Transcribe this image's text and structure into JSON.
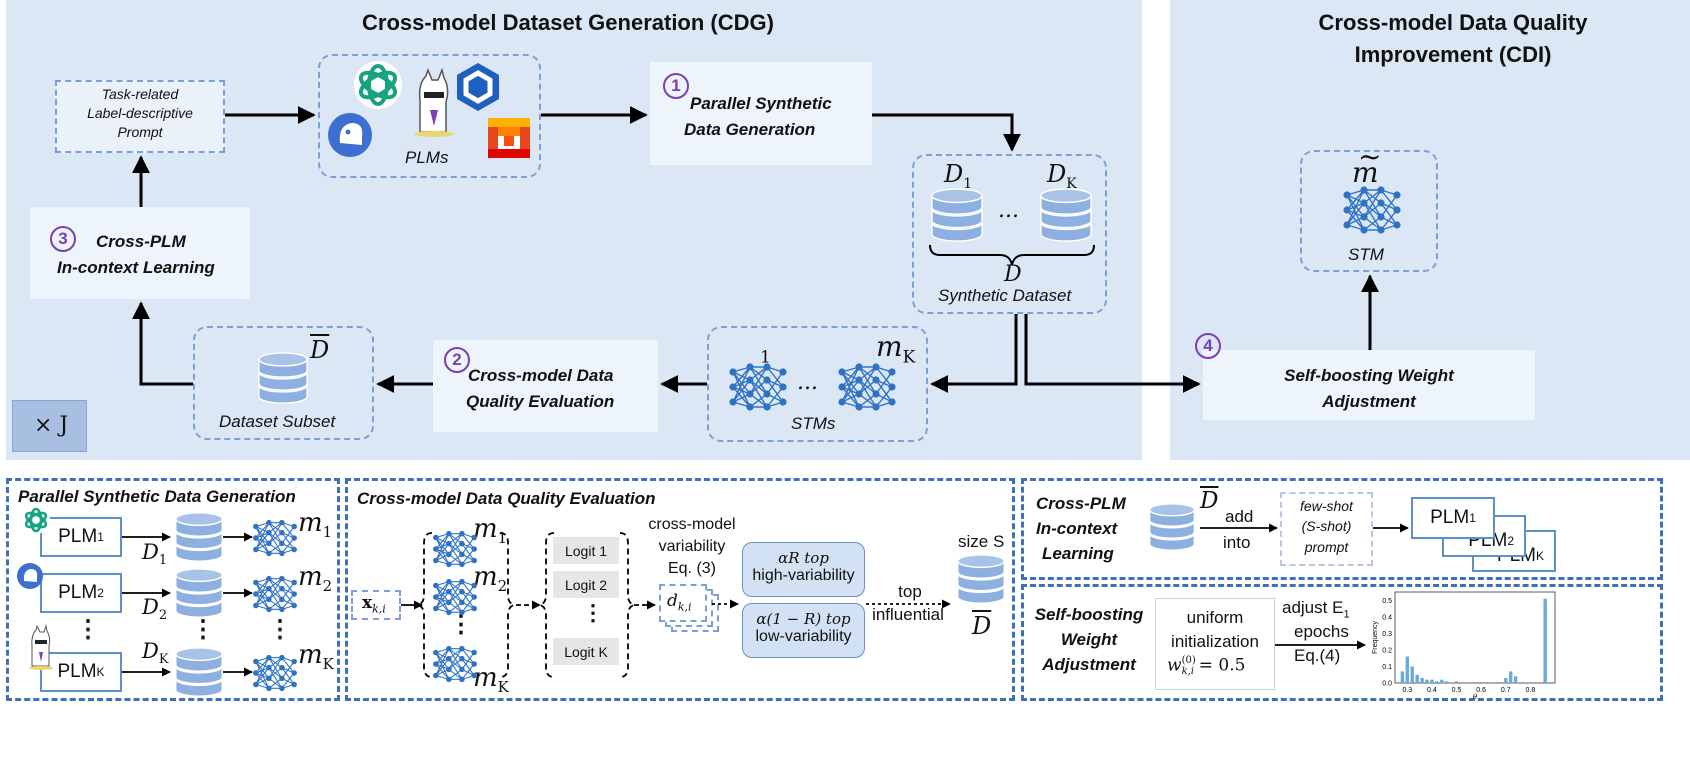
{
  "cdg": {
    "title": "Cross-model Dataset Generation (CDG)"
  },
  "cdi": {
    "title_line1": "Cross-model Data Quality",
    "title_line2": "Improvement (CDI)"
  },
  "prompt_box": {
    "line1": "Task-related",
    "line2": "Label-descriptive",
    "line3": "Prompt"
  },
  "plms": {
    "label": "PLMs"
  },
  "step1": {
    "num": "1",
    "line1": "Parallel Synthetic",
    "line2": "Data Generation"
  },
  "step2": {
    "num": "2",
    "line1": "Cross-model Data",
    "line2": "Quality Evaluation"
  },
  "step3": {
    "num": "3",
    "line1": "Cross-PLM",
    "line2": "In-context Learning"
  },
  "step4": {
    "num": "4",
    "line1": "Self-boosting Weight",
    "line2": "Adjustment"
  },
  "synthetic": {
    "d1": "D",
    "d1_sub": "1",
    "dk": "D",
    "dk_sub": "K",
    "ellipsis": "...",
    "d": "D",
    "label": "Synthetic Dataset"
  },
  "stms": {
    "m1": "m",
    "m1_sub": "1",
    "mk": "m",
    "mk_sub": "K",
    "ellipsis": "...",
    "label": "STMs"
  },
  "subset": {
    "symbol": "D",
    "label": "Dataset Subset"
  },
  "stm": {
    "symbol": "m",
    "label": "STM"
  },
  "repeat": {
    "label": "× J"
  },
  "psdg": {
    "title": "Parallel Synthetic Data Generation",
    "plm": "PLM",
    "sub1": "1",
    "sub2": "2",
    "subk": "K",
    "d": "D",
    "m": "m",
    "vdots": "⋮"
  },
  "cdqe": {
    "title": "Cross-model Data Quality Evaluation",
    "x": "x",
    "x_sub": "k,i",
    "m": "m",
    "sub1": "1",
    "sub2": "2",
    "subk": "K",
    "logits": [
      "Logit 1",
      "Logit 2",
      "Logit K"
    ],
    "vdots": "⋮",
    "variability": [
      "cross-model",
      "variability",
      "Eq. (3)"
    ],
    "d": "d",
    "d_sub": "k,i",
    "high_top": "αR top",
    "high_label": "high-variability",
    "low_top": "α(1 − R) top",
    "low_label": "low-variability",
    "top": "top",
    "influential": "influential",
    "size": "size S",
    "dhat": "D"
  },
  "cpicl": {
    "title": [
      "Cross-PLM",
      "In-context",
      "Learning"
    ],
    "dhat": "D",
    "add": "add",
    "into": "into",
    "fewshot": [
      "few-shot",
      "(S-shot)",
      "prompt"
    ],
    "plm": "PLM",
    "sub1": "1",
    "sub2": "2",
    "subk": "K"
  },
  "sbwa": {
    "title": [
      "Self-boosting",
      "Weight",
      "Adjustment"
    ],
    "uniform": "uniform",
    "init": "initialization",
    "w": "w",
    "w_sub": "k,i",
    "w_sup": "(0)",
    "w_val": "= 0.5",
    "adjust": "adjust E",
    "adjust_sub": "1",
    "epochs": "epochs",
    "eq": "Eq.(4)",
    "hist_ylabel": "Frequency",
    "hist_xlabel": "θ",
    "hist_xticks": [
      "0.3",
      "0.4",
      "0.5",
      "0.6",
      "0.7",
      "0.8"
    ],
    "hist_yticks": [
      "0.0",
      "0.1",
      "0.2",
      "0.3",
      "0.4",
      "0.5"
    ]
  },
  "colors": {
    "panel": "#dce7f6",
    "box": "#eef4fb",
    "accent": "#3f6fb8",
    "step": "#7a3fb0",
    "bar": "#6aaad9"
  },
  "chart_data": {
    "type": "bar",
    "xlabel": "θ",
    "ylabel": "Frequency",
    "xlim": [
      0.25,
      0.9
    ],
    "ylim": [
      0,
      0.55
    ],
    "x": [
      0.28,
      0.3,
      0.32,
      0.34,
      0.36,
      0.38,
      0.4,
      0.42,
      0.44,
      0.46,
      0.5,
      0.7,
      0.72,
      0.74,
      0.86
    ],
    "values": [
      0.07,
      0.16,
      0.1,
      0.05,
      0.03,
      0.02,
      0.02,
      0.01,
      0.02,
      0.01,
      0.01,
      0.03,
      0.07,
      0.04,
      0.51
    ]
  }
}
